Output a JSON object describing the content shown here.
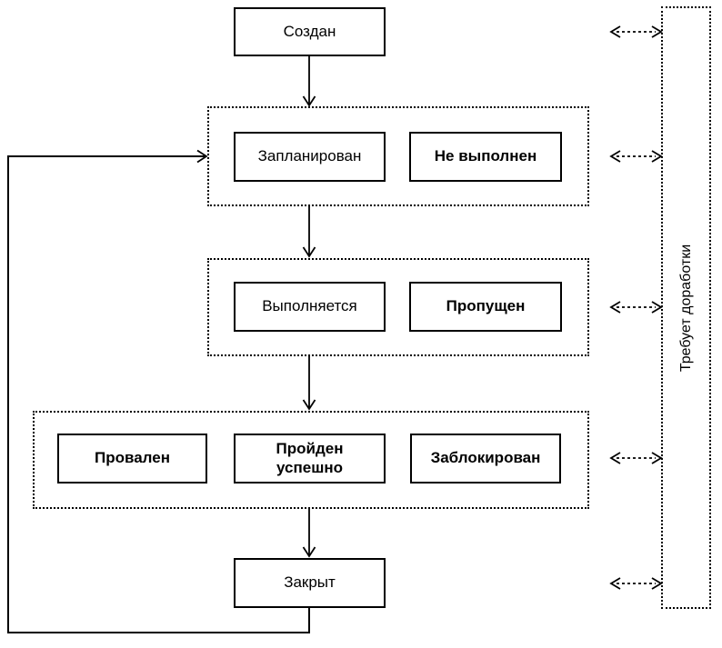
{
  "diagram": {
    "nodes": {
      "created": "Создан",
      "planned": "Запланирован",
      "not_executed": "Не выполнен",
      "in_progress": "Выполняется",
      "skipped": "Пропущен",
      "failed": "Провален",
      "passed": "Пройден успешно",
      "blocked": "Заблокирован",
      "closed": "Закрыт",
      "rework": "Требует доработки"
    },
    "colors": {
      "line": "#000000",
      "background": "#ffffff",
      "text": "#000000"
    }
  }
}
